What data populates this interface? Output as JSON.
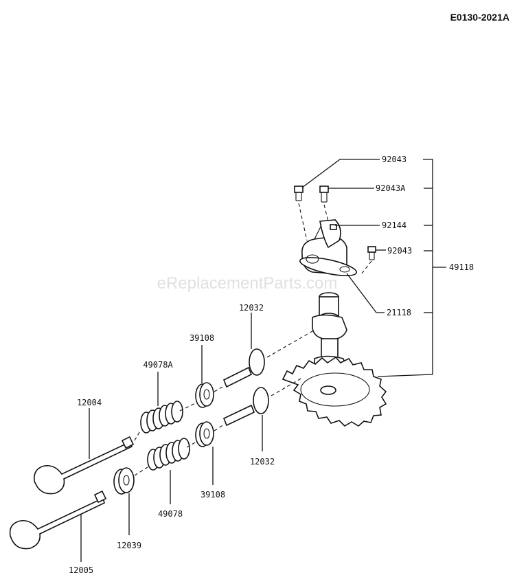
{
  "diagram": {
    "code": "E0130-2021A",
    "watermark": "eReplacementParts.com",
    "labels": {
      "p92043_top": "92043",
      "p92043A": "92043A",
      "p92144": "92144",
      "p92043_mid": "92043",
      "p49118": "49118",
      "p21118": "21118",
      "p12032_top": "12032",
      "p39108_top": "39108",
      "p49078A": "49078A",
      "p12004": "12004",
      "p12032_bottom": "12032",
      "p39108_bottom": "39108",
      "p49078": "49078",
      "p12039": "12039",
      "p12005": "12005"
    }
  }
}
